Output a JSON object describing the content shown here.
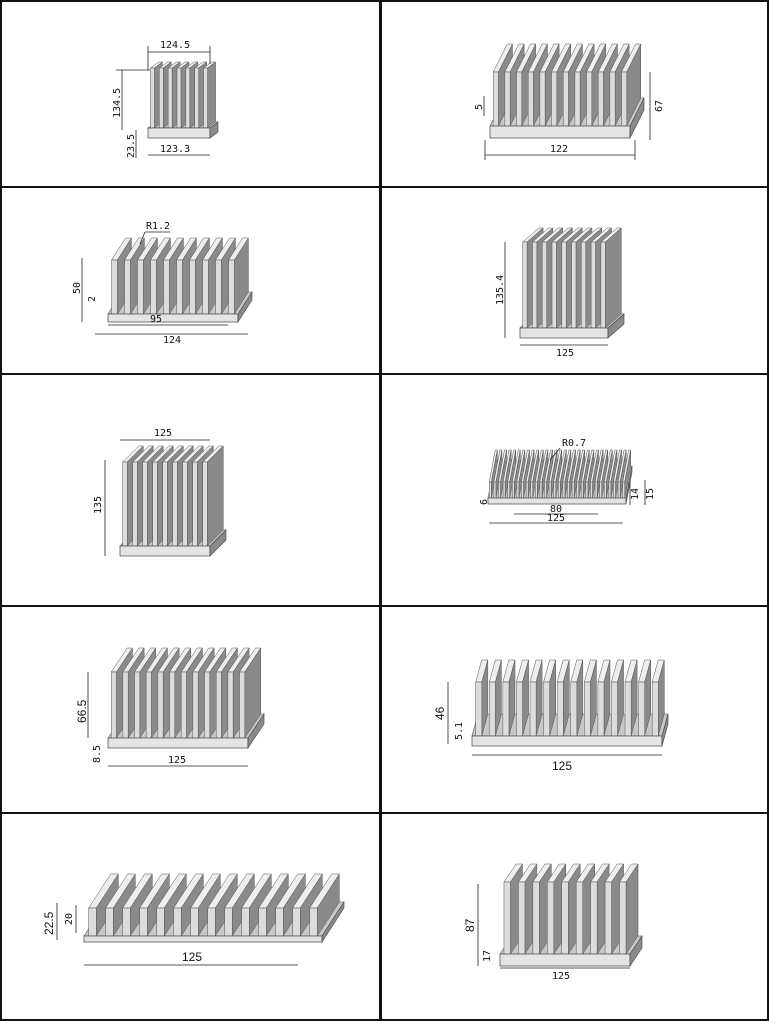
{
  "panels": [
    {
      "id": "heatsink-1",
      "dims": {
        "width_top": "124.5",
        "height": "134.5",
        "base": "23.5",
        "width_bottom": "123.3"
      }
    },
    {
      "id": "heatsink-2",
      "dims": {
        "base": "5",
        "height": "67",
        "width": "122"
      }
    },
    {
      "id": "heatsink-3",
      "dims": {
        "radius": "R1.2",
        "height": "50",
        "base": "2",
        "inner_width": "95",
        "width": "124"
      }
    },
    {
      "id": "heatsink-4",
      "dims": {
        "height": "135.4",
        "width": "125"
      }
    },
    {
      "id": "heatsink-5",
      "dims": {
        "width": "125",
        "height": "135"
      }
    },
    {
      "id": "heatsink-6",
      "dims": {
        "radius": "R0.7",
        "base": "6",
        "fin_height": "14",
        "height": "15",
        "inner_width": "80",
        "width": "125"
      }
    },
    {
      "id": "heatsink-7",
      "dims": {
        "height": "66.5",
        "base": "8.5",
        "width": "125"
      }
    },
    {
      "id": "heatsink-8",
      "dims": {
        "height": "46",
        "base": "5.1",
        "width": "125"
      }
    },
    {
      "id": "heatsink-9",
      "dims": {
        "height": "22.5",
        "fin_height": "20",
        "width": "125"
      }
    },
    {
      "id": "heatsink-10",
      "dims": {
        "height": "87",
        "base": "17",
        "width": "125"
      }
    }
  ],
  "colors": {
    "border": "#111111",
    "metal_light": "#eeeeee",
    "metal_mid": "#c8c8c8",
    "metal_dark": "#8a8a8a"
  }
}
